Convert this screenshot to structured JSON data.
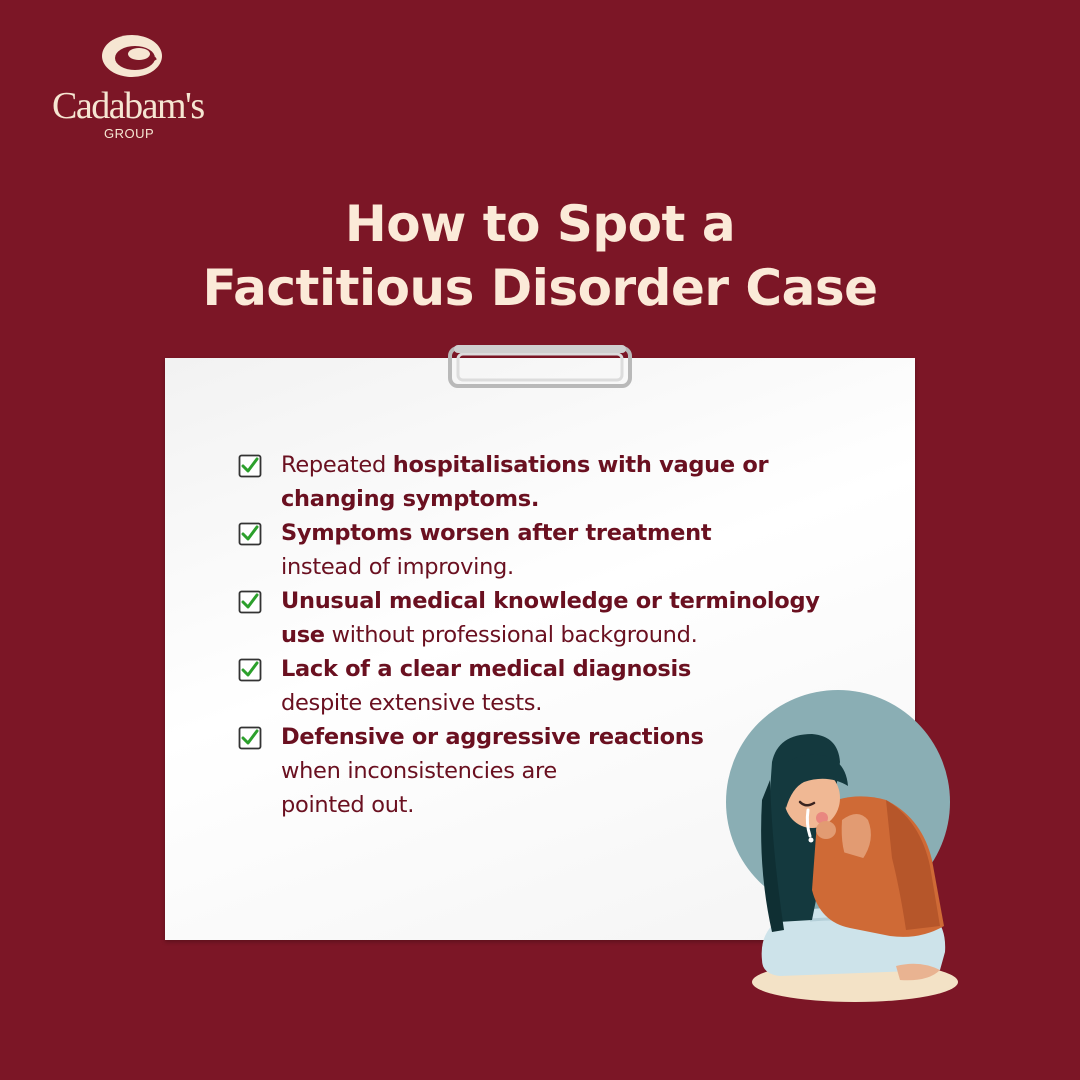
{
  "brand": {
    "name": "Cadabam's",
    "sub": "GROUP",
    "colors": {
      "background": "#7c1626",
      "cream": "#fbead8",
      "text": "#6a1020",
      "check": "#2ca02c"
    }
  },
  "title": {
    "line1": "How to Spot a",
    "line2": "Factitious Disorder Case"
  },
  "items": [
    {
      "l1a": "Repeated ",
      "l1b": "hospitalisations with vague or",
      "l2a": "changing symptoms.",
      "l2b": ""
    },
    {
      "l1a": "",
      "l1b": "Symptoms worsen after treatment",
      "l2a": "",
      "l2b": "instead of improving."
    },
    {
      "l1a": "",
      "l1b": "Unusual medical knowledge or terminology",
      "l2a": "use",
      "l2b": " without professional background."
    },
    {
      "l1a": "",
      "l1b": "Lack of a clear medical diagnosis",
      "l2a": "",
      "l2b": "despite extensive tests."
    },
    {
      "l1a": "",
      "l1b": "Defensive or aggressive reactions",
      "l2a": "",
      "l2b": "when inconsistencies are",
      "l3": "pointed out."
    }
  ],
  "icons": {
    "logo": "swirl-logo-icon",
    "check": "checkbox-checked-icon",
    "clip": "paper-clip-icon",
    "illustration": "crying-woman-illustration"
  }
}
